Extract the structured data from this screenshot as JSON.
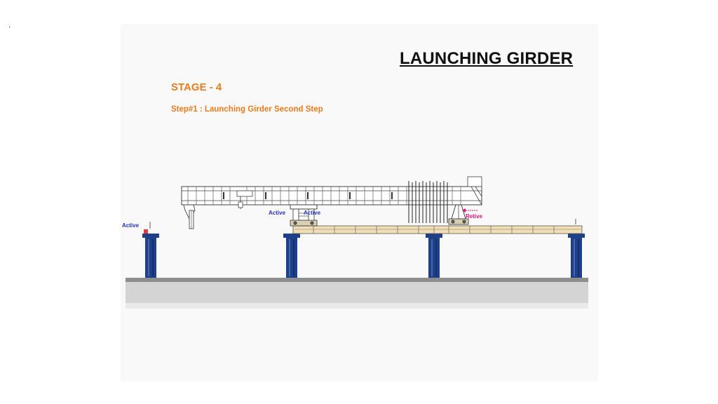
{
  "page": {
    "corner_mark": ".",
    "title": "LAUNCHING GIRDER",
    "stage": "STAGE - 4",
    "step": "Step#1 : Launching Girder Second Step"
  },
  "labels": {
    "active_left": "Active",
    "active_mid_1": "Active",
    "active_mid_2": "Active",
    "retive": "Retive"
  },
  "colors": {
    "heading": "#ef7a1a",
    "pier": "#1e3f8a",
    "deck": "#f1deb4",
    "active_label": "#2233bb",
    "retive_label": "#d8147a"
  }
}
